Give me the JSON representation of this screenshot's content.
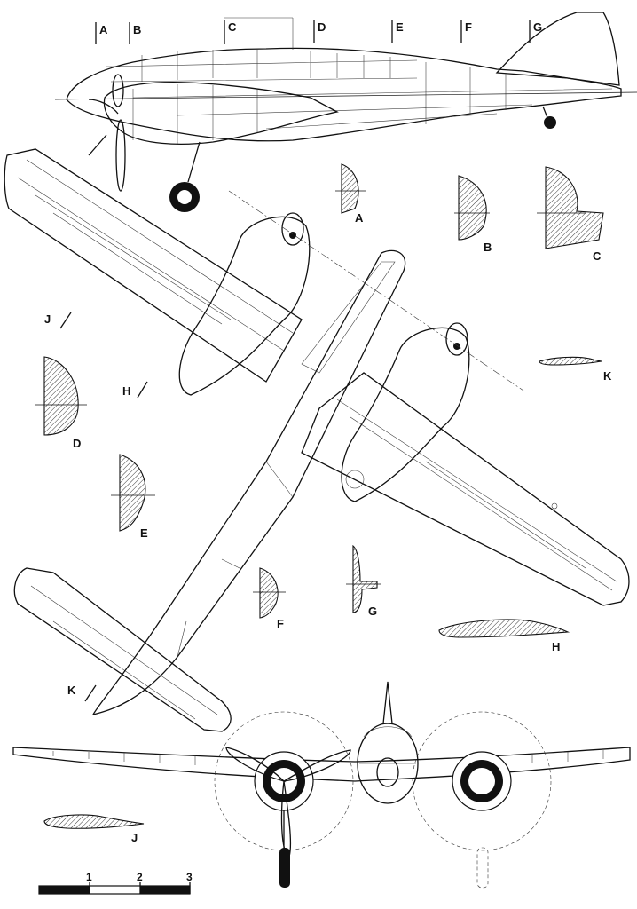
{
  "station_markers": [
    "A",
    "B",
    "C",
    "D",
    "E",
    "F",
    "G"
  ],
  "sections": {
    "A": "A",
    "B": "B",
    "C": "C",
    "D": "D",
    "E": "E",
    "F": "F",
    "G": "G",
    "H": "H",
    "J": "J",
    "K": "K"
  },
  "cut_lines": {
    "J": "J",
    "H": "H",
    "K": "K"
  },
  "scale": {
    "ticks": [
      "1",
      "2",
      "3"
    ]
  },
  "colors": {
    "ink": "#111111",
    "paper": "#ffffff"
  }
}
